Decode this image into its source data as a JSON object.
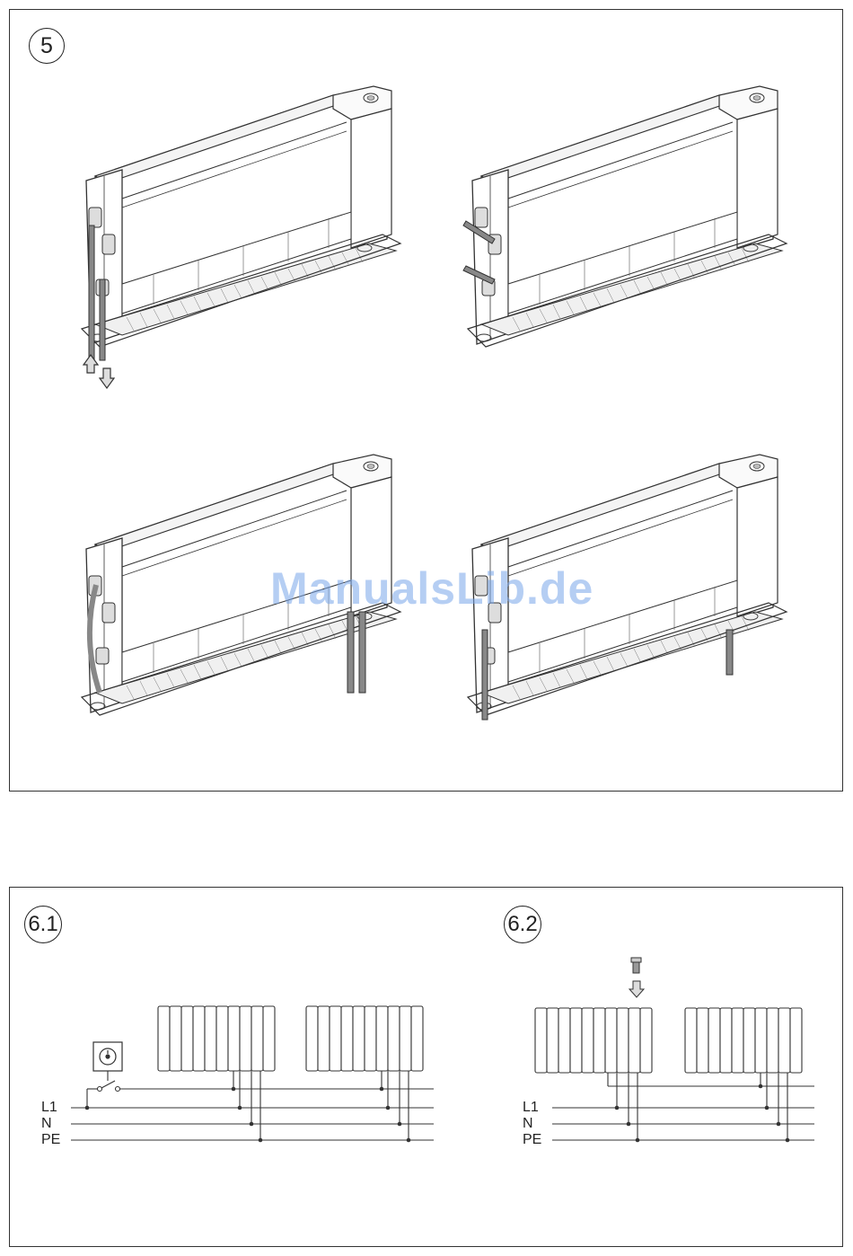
{
  "figure5": {
    "step_label": "5"
  },
  "figure6": {
    "left": {
      "step_label": "6.1",
      "lines": [
        "L1",
        "N",
        "PE"
      ]
    },
    "right": {
      "step_label": "6.2",
      "lines": [
        "L1",
        "N",
        "PE"
      ]
    }
  },
  "watermark": "ManualsLib.de",
  "colors": {
    "stroke": "#333333",
    "watermark": "#7aa7ea"
  }
}
